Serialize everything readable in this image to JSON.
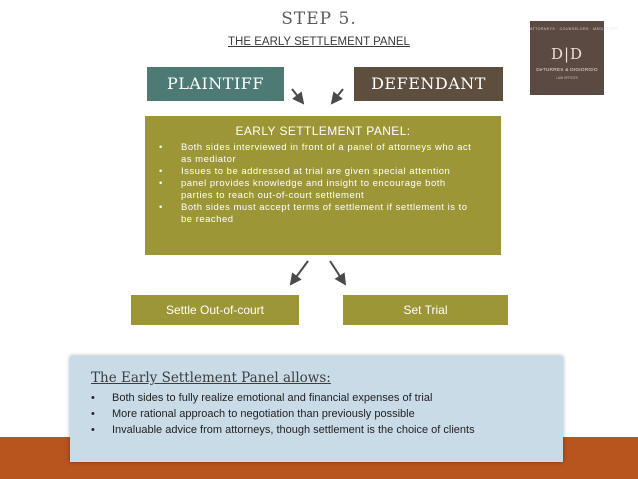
{
  "header": {
    "step": "STEP 5.",
    "subtitle": "THE EARLY SETTLEMENT PANEL"
  },
  "logo": {
    "top_text": "ATTORNEYS · COUNSELORS · MEDIATORS",
    "monogram": "D|D",
    "name": "DeTURRES & DIGIORGIO",
    "sub_text": "LAW OFFICES"
  },
  "parties": {
    "plaintiff": "PLAINTIFF",
    "defendant": "DEFENDANT"
  },
  "panel": {
    "title": "EARLY SETTLEMENT PANEL:",
    "bullet": "•",
    "items": [
      {
        "lines": [
          "Both sides interviewed in front of a panel of attorneys who act",
          "as mediator"
        ]
      },
      {
        "lines": [
          "Issues to be addressed at trial are given special attention"
        ]
      },
      {
        "lines": [
          "panel provides knowledge and insight to encourage both",
          "parties to reach out-of-court settlement"
        ]
      },
      {
        "lines": [
          "Both sides must accept terms of settlement if settlement is to",
          "be reached"
        ]
      }
    ]
  },
  "outcomes": {
    "settle": "Settle Out-of-court",
    "trial": "Set Trial"
  },
  "allows": {
    "title": "The Early Settlement Panel allows:",
    "bullet": "•",
    "items": [
      "Both sides to fully realize emotional and financial expenses of trial",
      "More rational approach to negotiation than previously possible",
      "Invaluable advice from attorneys, though settlement is the choice of clients"
    ]
  },
  "colors": {
    "olive": "#9c9636",
    "teal": "#4d7a74",
    "brown": "#5e4e3e",
    "orange": "#b8541e",
    "light_blue": "#c9dbe7"
  }
}
